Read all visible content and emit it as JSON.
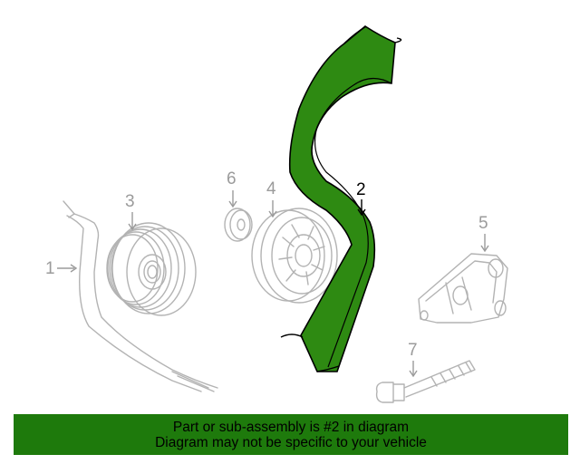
{
  "diagram": {
    "callouts": {
      "part_1": "1",
      "part_2": "2",
      "part_3": "3",
      "part_4": "4",
      "part_5": "5",
      "part_6": "6",
      "part_7": "7"
    },
    "highlighted_part": "2",
    "highlight_color": "#1e7a0c",
    "line_color": "#b3b3b3"
  },
  "footer": {
    "line1": "Part or sub-assembly is #2 in diagram",
    "line2": "Diagram may not be specific to your vehicle",
    "background": "#1e7a0c"
  }
}
